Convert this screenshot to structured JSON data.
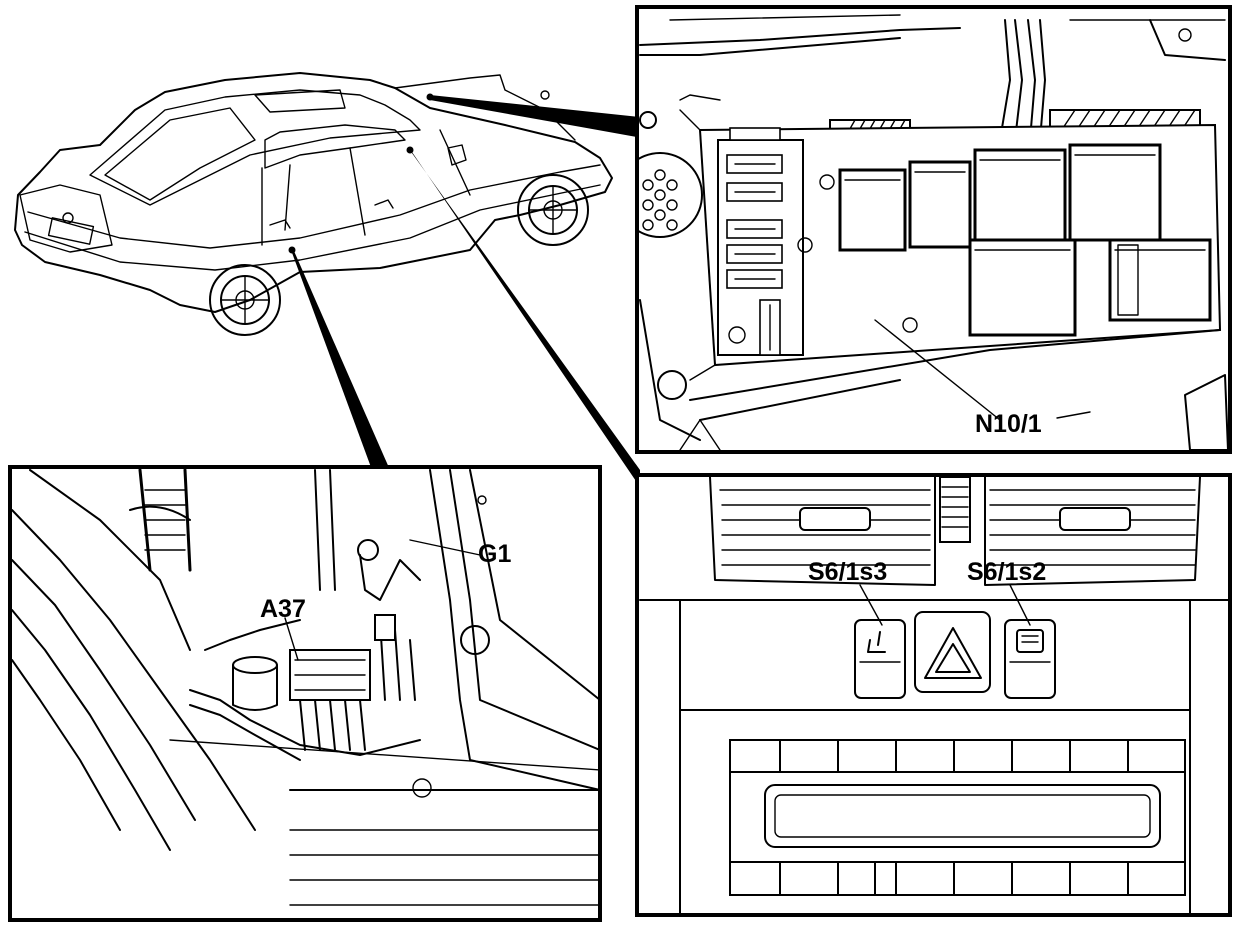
{
  "figure": {
    "labels": {
      "n10_1": "N10/1",
      "g1": "G1",
      "a37": "A37",
      "s6_1s3": "S6/1s3",
      "s6_1s2": "S6/1s2"
    },
    "panels": {
      "top_right": "relay-fuse-module",
      "bottom_left": "door-pillar-area",
      "bottom_right": "center-console-switches"
    },
    "colors": {
      "ink": "#000000",
      "paper": "#ffffff"
    }
  }
}
